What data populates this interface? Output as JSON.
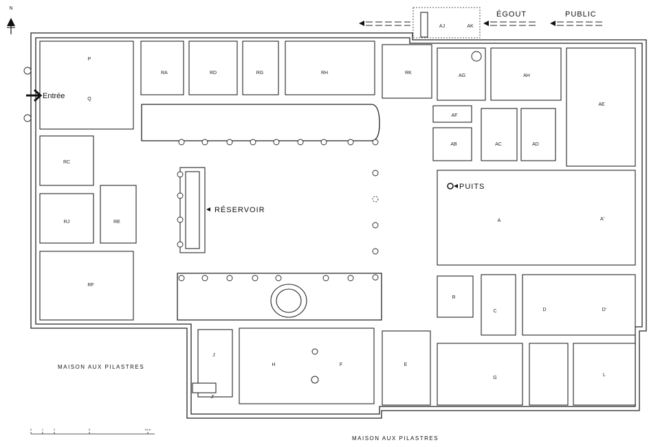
{
  "compass": {
    "label": "N"
  },
  "entrance": {
    "label": "Entrée"
  },
  "sewer": {
    "egout": "ÉGOUT",
    "public": "PUBLIC"
  },
  "features": {
    "reservoir": "RÉSERVOIR",
    "puits": "PUITS"
  },
  "captions": {
    "left": "MAISON AUX PILASTRES",
    "bottom": "MAISON AUX PILASTRES"
  },
  "scale": {
    "ticks": [
      "0",
      "1",
      "2",
      "5",
      "10 m"
    ]
  },
  "rooms": {
    "P": "P",
    "Q": "Q",
    "RA": "RA",
    "RD": "RD",
    "RG": "RG",
    "RH": "RH",
    "RK": "RK",
    "AJ": "AJ",
    "AK": "AK",
    "AG": "AG",
    "AH": "AH",
    "AE": "AE",
    "AF": "AF",
    "AB": "AB",
    "AC": "AC",
    "AD": "AD",
    "RC": "RC",
    "RJ": "RJ",
    "RE": "RE",
    "RF": "RF",
    "A": "A",
    "A2": "A'",
    "R": "R",
    "C": "C",
    "D": "D",
    "D2": "D'",
    "J": "J",
    "J2": "J'",
    "H": "H",
    "F": "F",
    "E": "E",
    "G": "G",
    "L": "L"
  }
}
